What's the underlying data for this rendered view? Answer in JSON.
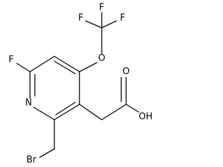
{
  "molecule": {
    "atoms": {
      "fluoro_top_1": "F",
      "fluoro_top_2": "F",
      "fluoro_top_3": "F",
      "ether_oxygen": "O",
      "ring_fluoro": "F",
      "ring_nitrogen": "N",
      "carbonyl_oxygen": "O",
      "hydroxyl": "OH",
      "bromine": "Br"
    }
  }
}
